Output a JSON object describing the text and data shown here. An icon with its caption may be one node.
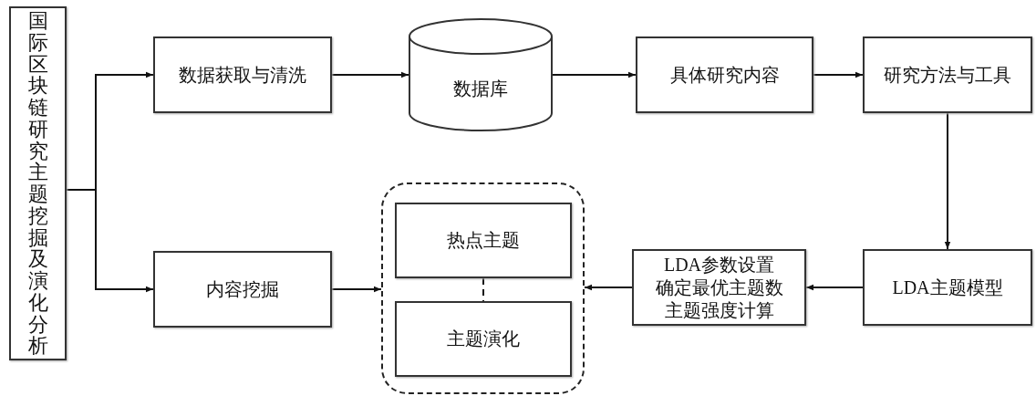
{
  "diagram": {
    "nodes": [
      {
        "text": [
          "国际区块链研究主题挖掘及演化分析"
        ]
      },
      {
        "text": [
          "数据获取与清洗"
        ]
      },
      {
        "text": [
          "数据库"
        ]
      },
      {
        "text": [
          "具体研究内容"
        ]
      },
      {
        "text": [
          "研究方法与工具"
        ]
      },
      {
        "text": [
          "内容挖掘"
        ]
      },
      {
        "text": [],
        "shape": "box"
      },
      {
        "text": [
          "热点主题"
        ],
        "in": 6
      },
      {
        "text": [
          "主题演化"
        ],
        "in": 6
      },
      {
        "text": [
          "LDA参数设置",
          "确定最优主题数",
          "主题强度计算"
        ]
      },
      {
        "text": [
          "LDA主题模型"
        ]
      }
    ],
    "edges": [
      {
        "from": 0,
        "to": 1,
        "arrow": "to"
      },
      {
        "from": 0,
        "to": 5,
        "arrow": "to"
      },
      {
        "from": 1,
        "to": 2,
        "arrow": "to"
      },
      {
        "from": 2,
        "to": 3,
        "arrow": "to"
      },
      {
        "from": 3,
        "to": 4,
        "arrow": "to"
      },
      {
        "from": 4,
        "to": 10,
        "arrow": "to"
      },
      {
        "from": 10,
        "to": 9,
        "arrow": "to"
      },
      {
        "from": 9,
        "to": 6,
        "arrow": "to"
      },
      {
        "from": 5,
        "to": 6,
        "arrow": "to"
      },
      {
        "from": 7,
        "to": 8,
        "arrow": "none",
        "style": "dashed"
      }
    ]
  }
}
